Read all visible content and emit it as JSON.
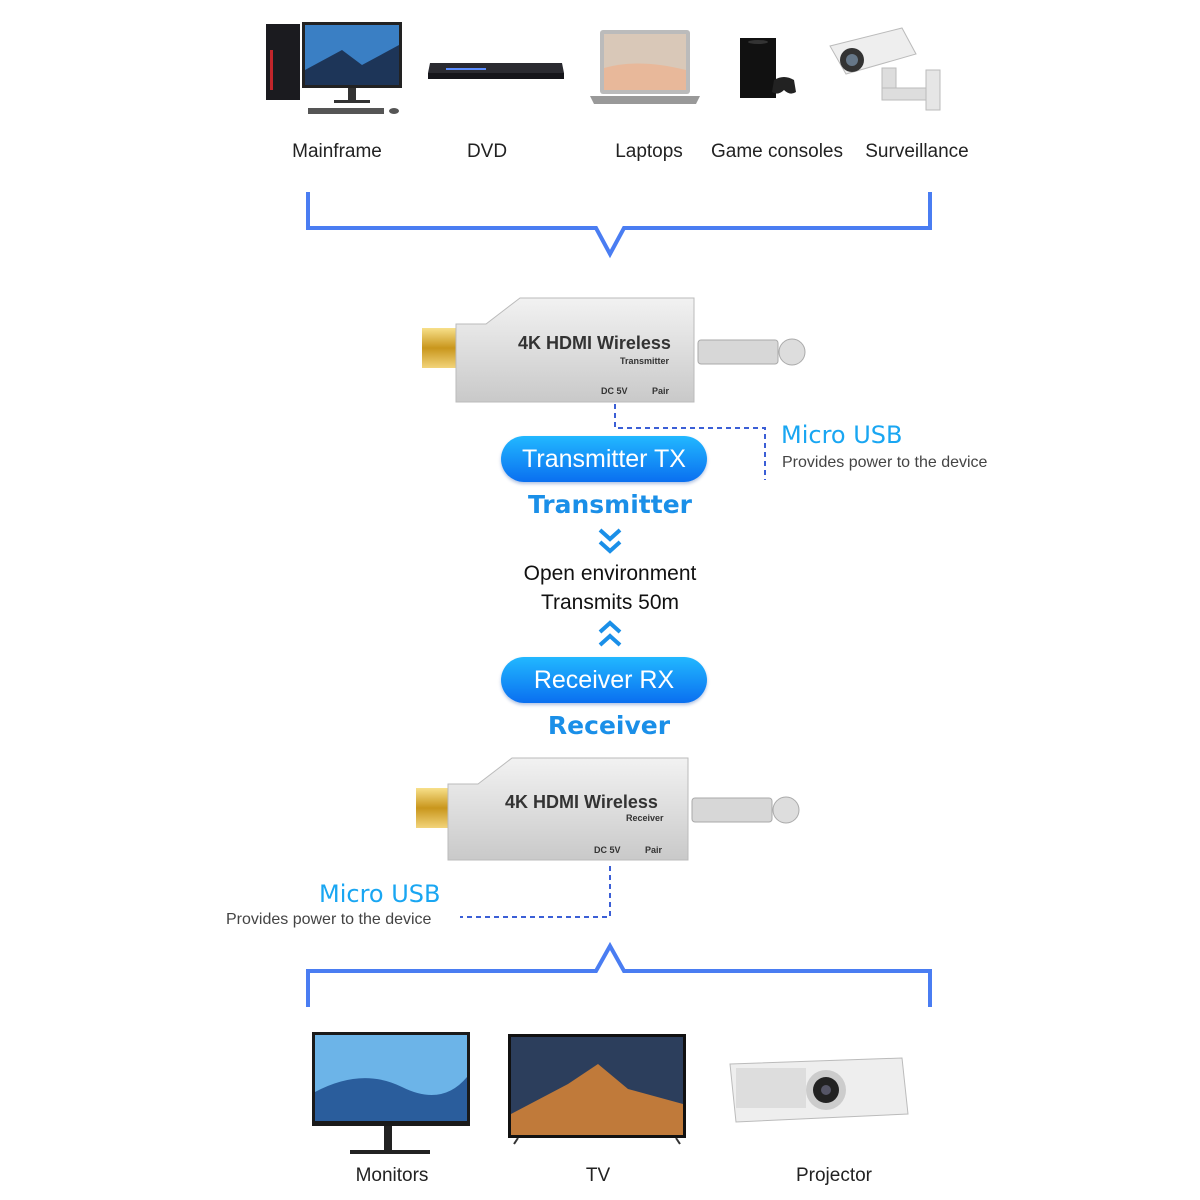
{
  "sources": [
    {
      "label": "Mainframe"
    },
    {
      "label": "DVD"
    },
    {
      "label": "Laptops"
    },
    {
      "label": "Game consoles"
    },
    {
      "label": "Surveillance"
    }
  ],
  "transmitter": {
    "device_title": "4K HDMI Wireless",
    "device_sub": "Transmitter",
    "port_dc": "DC 5V",
    "port_pair": "Pair",
    "pill": "Transmitter TX",
    "caption": "Transmitter",
    "usb_title": "Micro USB",
    "usb_desc": "Provides power to the device"
  },
  "link": {
    "line1": "Open environment",
    "line2": "Transmits 50m"
  },
  "receiver": {
    "device_title": "4K HDMI Wireless",
    "device_sub": "Receiver",
    "port_dc": "DC 5V",
    "port_pair": "Pair",
    "pill": "Receiver RX",
    "caption": "Receiver",
    "usb_title": "Micro USB",
    "usb_desc": "Provides power to the device"
  },
  "displays": [
    {
      "label": "Monitors"
    },
    {
      "label": "TV"
    },
    {
      "label": "Projector"
    }
  ],
  "colors": {
    "bracket": "#4a7df2",
    "accent": "#1a8fe8",
    "dash": "#3b5fd6"
  }
}
